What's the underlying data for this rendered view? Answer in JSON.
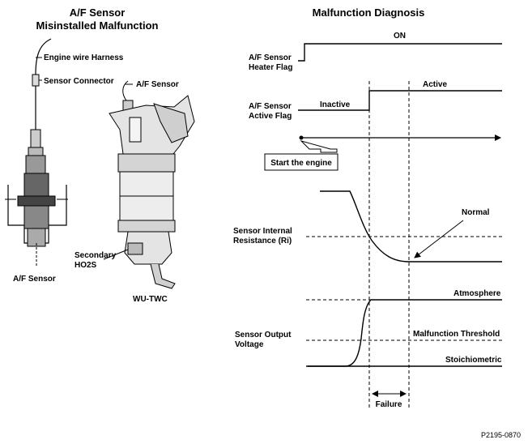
{
  "left_panel": {
    "title_line1": "A/F Sensor",
    "title_line2": "Misinstalled Malfunction",
    "labels": {
      "engine_wire_harness": "Engine wire Harness",
      "sensor_connector": "Sensor Connector",
      "af_sensor_top": "A/F Sensor",
      "secondary_line1": "Secondary",
      "secondary_line2": "HO2S",
      "af_sensor_bottom": "A/F Sensor",
      "wu_twc": "WU-TWC"
    }
  },
  "right_panel": {
    "title": "Malfunction Diagnosis",
    "heater_flag": {
      "label_line1": "A/F Sensor",
      "label_line2": "Heater Flag",
      "state": "ON"
    },
    "active_flag": {
      "label_line1": "A/F Sensor",
      "label_line2": "Active Flag",
      "state_before": "Inactive",
      "state_after": "Active"
    },
    "start_engine": "Start the engine",
    "resistance": {
      "label_line1": "Sensor Internal",
      "label_line2": "Resistance (Ri)",
      "curve_label": "Normal"
    },
    "voltage": {
      "label_line1": "Sensor Output",
      "label_line2": "Voltage",
      "atmosphere": "Atmosphere",
      "threshold": "Malfunction Threshold",
      "stoichiometric": "Stoichiometric"
    },
    "failure": "Failure"
  },
  "figure_id": "P2195-0870"
}
